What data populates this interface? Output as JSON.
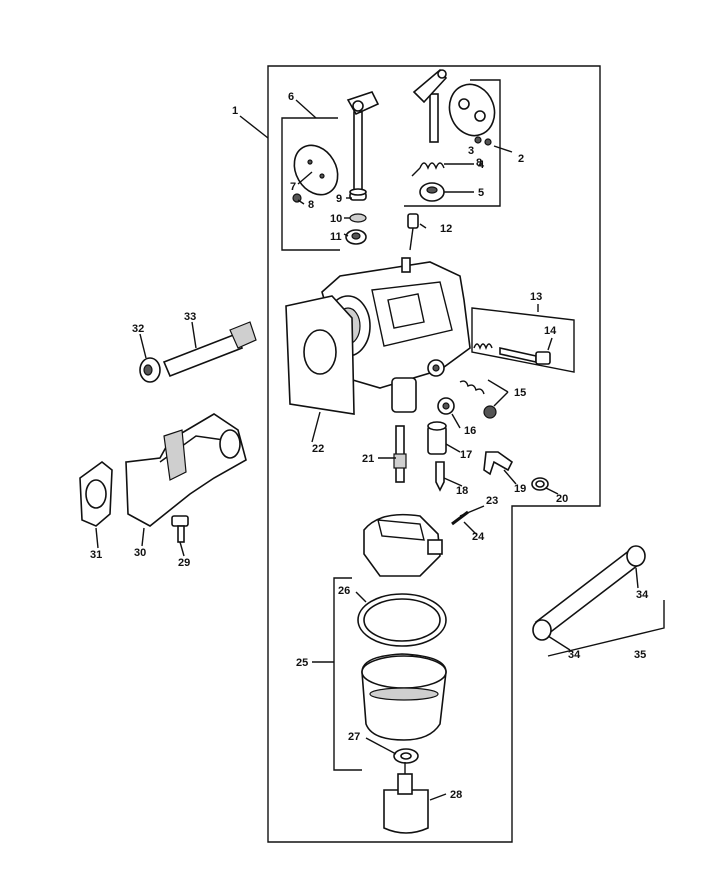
{
  "diagram": {
    "callouts": [
      "1",
      "2",
      "3",
      "4",
      "5",
      "6",
      "7",
      "8",
      "9",
      "10",
      "11",
      "12",
      "13",
      "14",
      "15",
      "16",
      "17",
      "18",
      "19",
      "20",
      "21",
      "22",
      "23",
      "24",
      "25",
      "26",
      "27",
      "28",
      "29",
      "30",
      "31",
      "32",
      "33",
      "34",
      "35"
    ],
    "label_8_repeat": "8",
    "label_34_repeat": "34"
  }
}
